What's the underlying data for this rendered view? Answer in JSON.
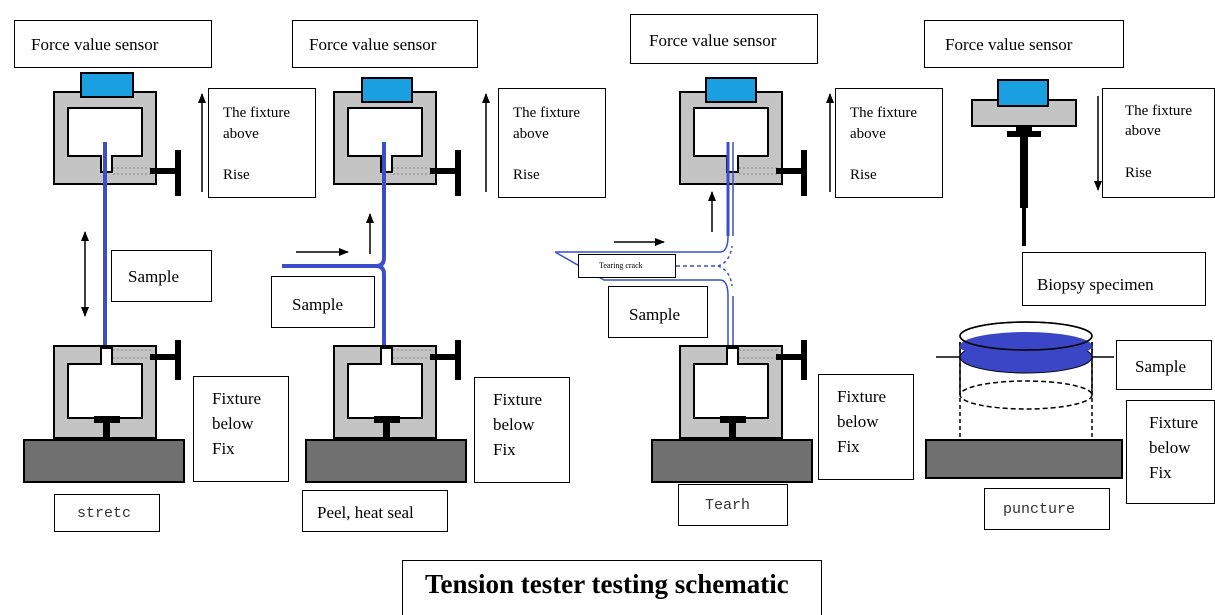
{
  "colors": {
    "sample_line": "#3b4ec8",
    "sensor_fill": "#1a9fe0",
    "fixture_fill": "#c4c4c4",
    "base_fill": "#707070",
    "puncture_fill": "#3b46c6"
  },
  "title": "Tension tester testing schematic",
  "stretch": {
    "sensor_label": "Force value sensor",
    "upper_fixture_l1": "The fixture",
    "upper_fixture_l2": "above",
    "upper_fixture_l3": "Rise",
    "sample_label": "Sample",
    "lower_fixture_l1": "Fixture",
    "lower_fixture_l2": "below",
    "lower_fixture_l3": "Fix",
    "caption": "stretc"
  },
  "peel": {
    "sensor_label": "Force value sensor",
    "upper_fixture_l1": "The fixture",
    "upper_fixture_l2": "above",
    "upper_fixture_l3": "Rise",
    "sample_label": "Sample",
    "lower_fixture_l1": "Fixture",
    "lower_fixture_l2": "below",
    "lower_fixture_l3": "Fix",
    "caption": "Peel, heat seal"
  },
  "tear": {
    "sensor_label": "Force value sensor",
    "upper_fixture_l1": "The fixture",
    "upper_fixture_l2": "above",
    "upper_fixture_l3": "Rise",
    "crack_label": "Tearing crack",
    "sample_label": "Sample",
    "lower_fixture_l1": "Fixture",
    "lower_fixture_l2": "below",
    "lower_fixture_l3": "Fix",
    "caption": "Tearh"
  },
  "puncture": {
    "sensor_label": "Force value sensor",
    "upper_fixture_l1": "The fixture",
    "upper_fixture_l2": "above",
    "upper_fixture_l3": "Rise",
    "specimen_label": "Biopsy specimen",
    "sample_label": "Sample",
    "lower_fixture_l1": "Fixture",
    "lower_fixture_l2": "below",
    "lower_fixture_l3": "Fix",
    "caption": "puncture"
  }
}
